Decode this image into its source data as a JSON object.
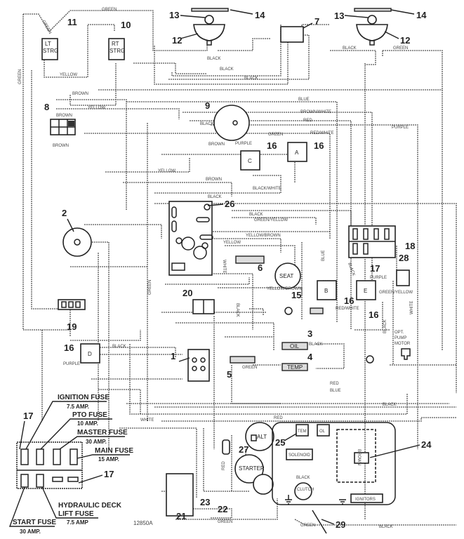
{
  "diagram_id": "12850A",
  "callouts": [
    "1",
    "2",
    "3",
    "4",
    "5",
    "6",
    "7",
    "8",
    "9",
    "10",
    "11",
    "12",
    "13",
    "14",
    "15",
    "16",
    "17",
    "18",
    "19",
    "20",
    "21",
    "22",
    "23",
    "24",
    "25",
    "26",
    "27",
    "28",
    "29"
  ],
  "components": {
    "lt_strg": [
      "LT",
      "STRG"
    ],
    "rt_strg": [
      "RT",
      "STRG"
    ],
    "seat": "SEAT",
    "oil": "OIL",
    "temp": "TEMP",
    "alt": "ALT",
    "starter": "STARTER",
    "solenoid": "SOLENOID",
    "ignitors": "IGNITORS",
    "temp_sender": "TEM",
    "oil_sender": "OL",
    "pump_motor": [
      "OPT.",
      "PUMP",
      "MOTOR"
    ],
    "clutch": "CLUTCH",
    "relay_b": "B",
    "relay_c": "C",
    "relay_a": "A",
    "relay_e": "E",
    "relay_d": "D"
  },
  "wire_labels": [
    "GREEN",
    "GREEN",
    "YELLOW",
    "GREEN",
    "BROWN",
    "YELLOW",
    "BROWN",
    "BROWN",
    "BLACK",
    "BLACK",
    "BLACK",
    "BLACK",
    "GREEN",
    "BLUE",
    "BROWN/WHITE",
    "RED",
    "PURPLE",
    "PURPLE",
    "GREEN",
    "RED/WHITE",
    "BLACK",
    "YELLOW",
    "BROWN",
    "BLACK/WHITE",
    "BLACK",
    "BLACK",
    "GREEN/YELLOW",
    "YELLOW/BROWN",
    "YELLOW",
    "WHITE",
    "GREEN",
    "BLACK",
    "YELLOW/BROWN",
    "RED/WHITE",
    "BLUE",
    "BLACK",
    "PURPLE",
    "GREEN/YELLOW",
    "WHITE",
    "BLACK",
    "PURPLE",
    "BLACK",
    "BLACK",
    "RED",
    "BLUE",
    "BLACK",
    "WHITE",
    "RED",
    "GREEN",
    "GREEN",
    "BLACK",
    "BLACK",
    "BROWN",
    "RED",
    "GREEN",
    "BROWN"
  ],
  "fuse_legend": {
    "ignition": {
      "name": "IGNITION FUSE",
      "rating": "7.5 AMP."
    },
    "pto": {
      "name": "PTO FUSE",
      "rating": "10 AMP."
    },
    "master": {
      "name": "MASTER FUSE",
      "rating": "30 AMP."
    },
    "main": {
      "name": "MAIN FUSE",
      "rating": "15 AMP."
    },
    "hyd": {
      "name1": "HYDRAULIC DECK",
      "name2": "LIFT FUSE",
      "rating": "7.5 AMP"
    },
    "start": {
      "name": "START FUSE",
      "rating": "30 AMP."
    }
  }
}
